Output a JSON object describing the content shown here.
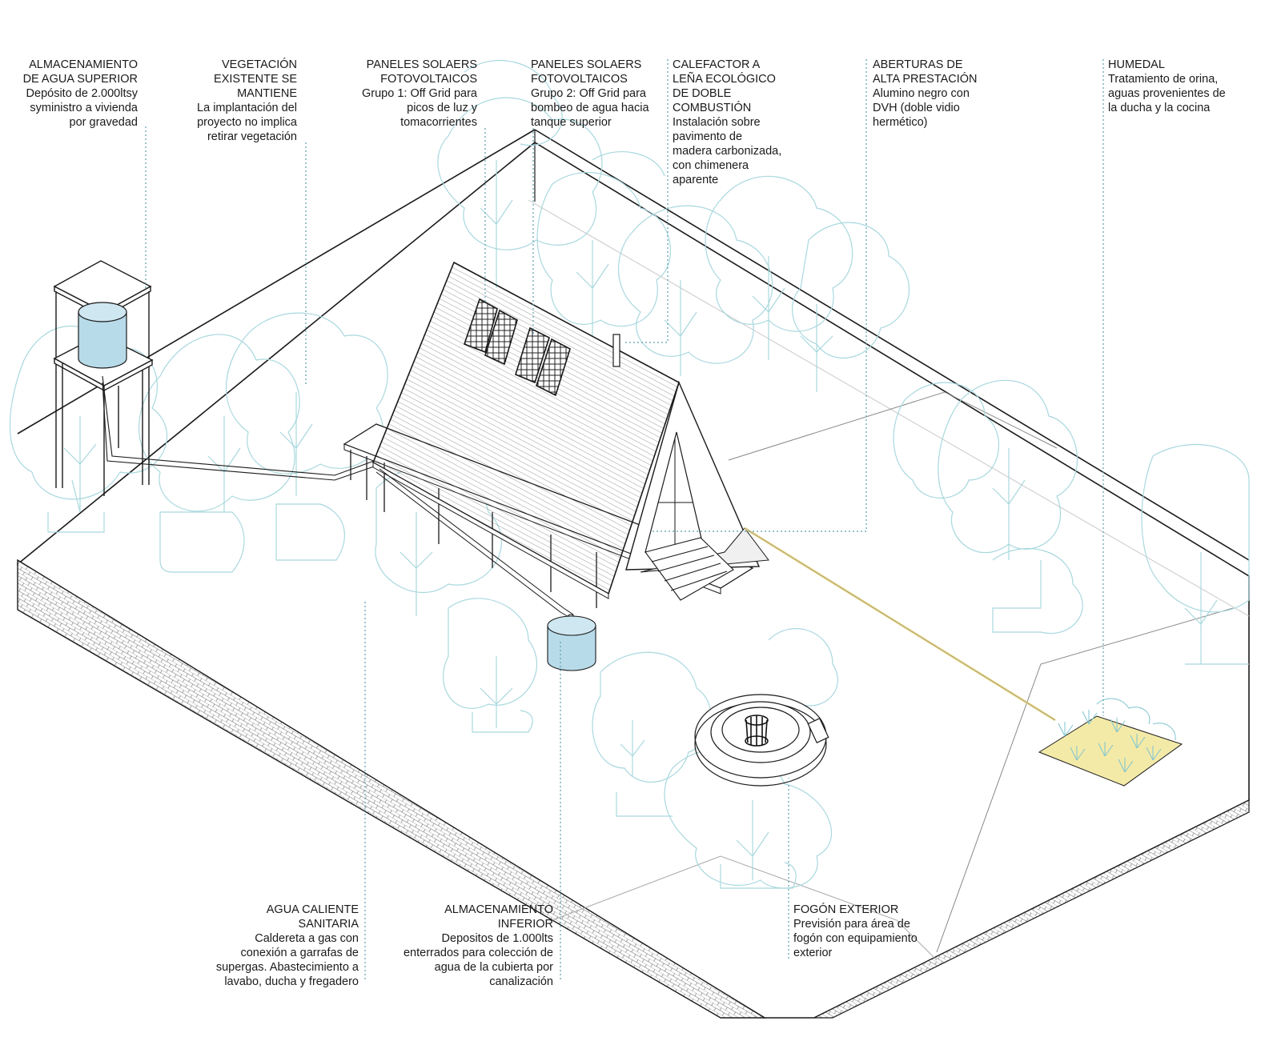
{
  "colors": {
    "leader": "#5a9fb0",
    "tree": "#a9d8de",
    "water": "#b8dbea",
    "wetland": "#f3eaa8",
    "pipe_yellow": "#e8d890",
    "line": "#1a1a1a"
  },
  "labels": {
    "water_tank_upper": {
      "title": "ALMACENAMIENTO\nDE AGUA SUPERIOR",
      "desc": "Depósito de 2.000ltsy\nsyministro a vivienda\npor gravedad"
    },
    "vegetation": {
      "title": "VEGETACIÓN\nEXISTENTE SE\nMANTIENE",
      "desc": "La implantación del\nproyecto no implica\nretirar vegetación"
    },
    "solar_group1": {
      "title": "PANELES SOLAERS\nFOTOVOLTAICOS",
      "desc": "Grupo 1: Off Grid para\npicos de luz y\ntomacorrientes"
    },
    "solar_group2": {
      "title": "PANELES SOLAERS\nFOTOVOLTAICOS",
      "desc": "Grupo 2: Off Grid para\nbombeo de agua hacia\ntanque superior"
    },
    "heater": {
      "title": "CALEFACTOR A\nLEÑA  ECOLÓGICO\nDE DOBLE\nCOMBUSTIÓN",
      "desc": "Instalación sobre\npavimento de\nmadera carbonizada,\ncon chimenera\naparente"
    },
    "openings": {
      "title": "ABERTURAS DE\nALTA PRESTACIÓN",
      "desc": "Alumino negro con\nDVH (doble vidio\nhermético)"
    },
    "wetland": {
      "title": "HUMEDAL",
      "desc": "Tratamiento de orina,\naguas provenientes de\nla ducha y la cocina"
    },
    "hot_water": {
      "title": "AGUA CALIENTE\nSANITARIA",
      "desc": "Caldereta a gas con\nconexión a garrafas de\nsupergas. Abastecimiento a\nlavabo, ducha y fregadero"
    },
    "water_tank_lower": {
      "title": "ALMACENAMIENTO\nINFERIOR",
      "desc": "Depositos de 1.000lts\nenterrados para colección de\nagua de la cubierta por\ncanalización"
    },
    "fire_pit": {
      "title": "FOGÓN EXTERIOR",
      "desc": "Previsión para área de\nfogón con equipamiento\nexterior"
    }
  }
}
